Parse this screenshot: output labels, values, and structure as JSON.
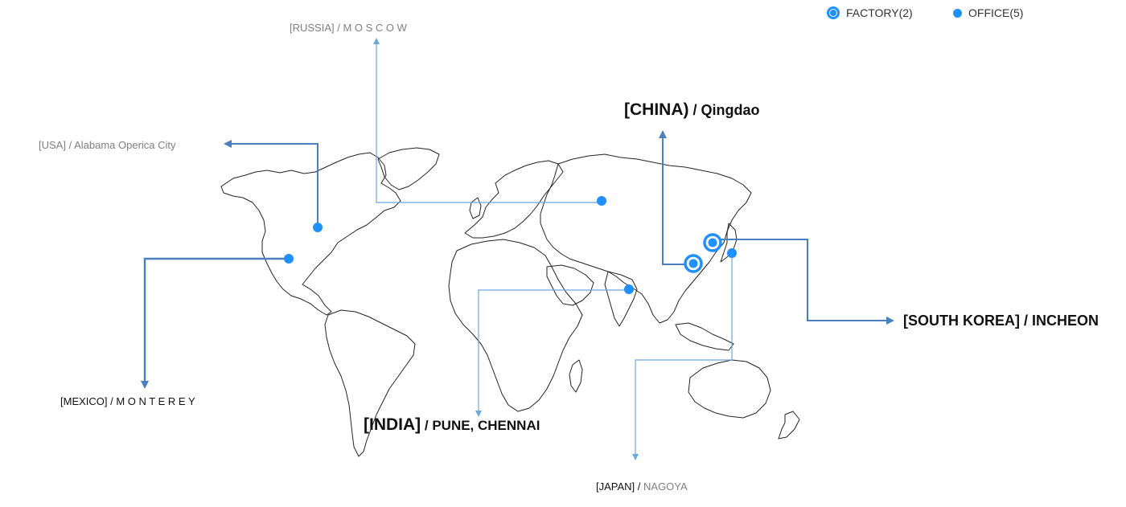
{
  "colors": {
    "accent": "#1e90ff",
    "line_dark": "#4a7fc0",
    "line_light": "#6aa8e0",
    "land_stroke": "#222222"
  },
  "legend": {
    "factory": {
      "icon": "factory-ring-icon",
      "label": "FACTORY(2)"
    },
    "office": {
      "icon": "office-dot-icon",
      "label": "OFFICE(5)"
    }
  },
  "labels": {
    "russia": {
      "country": "[RUSSIA]",
      "sep": " / ",
      "city": "M O S C O W"
    },
    "usa": {
      "country": "[USA]",
      "sep": " / ",
      "city": "Alabama Operica City"
    },
    "mexico": {
      "country": "[MEXICO]",
      "sep": " / ",
      "city": "M O N T E R E Y"
    },
    "china": {
      "country": "[CHINA)",
      "sep": " / ",
      "city": "Qingdao"
    },
    "south_korea": {
      "country": "[SOUTH KOREA]",
      "sep": " / ",
      "city": "INCHEON"
    },
    "india": {
      "country": "[INDIA]",
      "sep": " / ",
      "city": "PUNE, CHENNAI"
    },
    "japan": {
      "country": "[JAPAN]",
      "sep": " / ",
      "city": "NAGOYA"
    }
  }
}
